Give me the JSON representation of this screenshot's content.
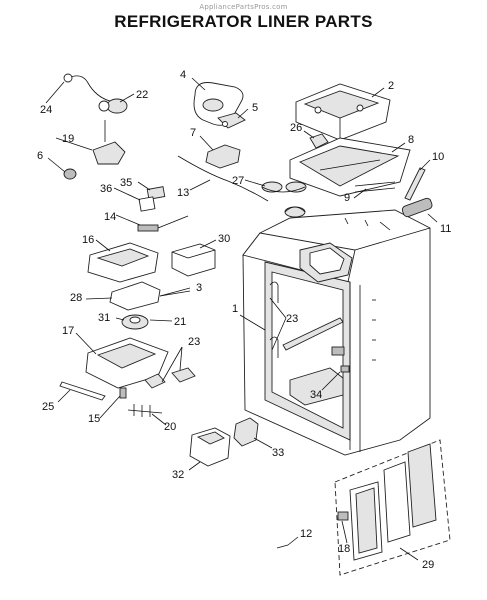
{
  "header": {
    "watermark": "AppliancePartsPros.com",
    "title": "REFRIGERATOR LINER PARTS"
  },
  "callouts": [
    "1",
    "2",
    "3",
    "4",
    "5",
    "6",
    "7",
    "8",
    "9",
    "10",
    "11",
    "12",
    "13",
    "14",
    "15",
    "16",
    "17",
    "18",
    "19",
    "20",
    "21",
    "22",
    "23",
    "23",
    "24",
    "25",
    "26",
    "27",
    "28",
    "29",
    "30",
    "31",
    "32",
    "33",
    "34",
    "35",
    "36"
  ]
}
